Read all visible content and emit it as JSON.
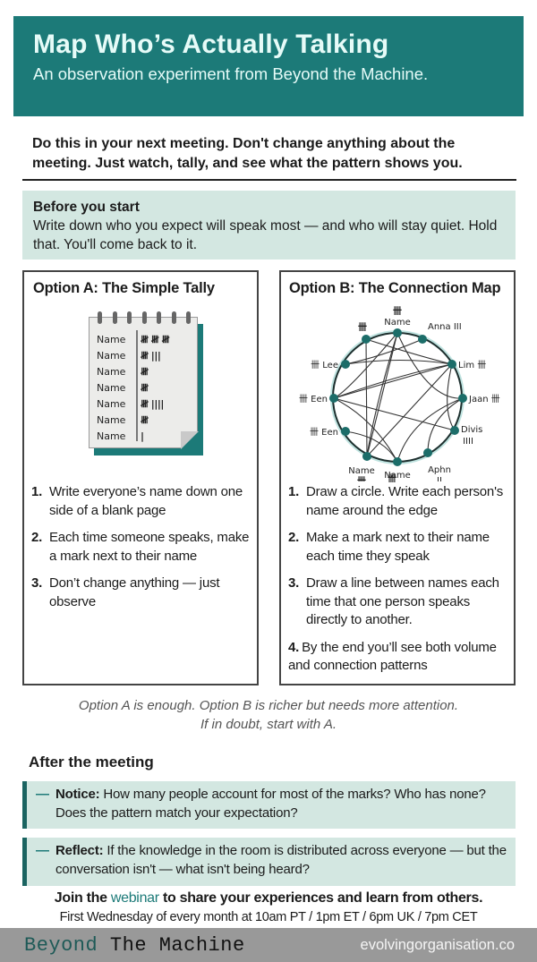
{
  "header": {
    "title": "Map Who’s Actually Talking",
    "subtitle": "An observation experiment from Beyond the Machine."
  },
  "intro": {
    "text": "Do this in your next meeting. Don't change anything about the meeting. Just watch, tally, and see what the pattern shows you."
  },
  "before_you_start": {
    "title": "Before you start",
    "body": "Write down who you expect will speak most — and who will stay quiet. Hold that. You'll come back to it."
  },
  "option_a": {
    "title": "Option A: The Simple Tally",
    "notepad": {
      "rows": [
        {
          "name": "Name",
          "tally": "𝍸 𝍸 𝍸"
        },
        {
          "name": "Name",
          "tally": "𝍸 |||"
        },
        {
          "name": "Name",
          "tally": "𝍸"
        },
        {
          "name": "Name",
          "tally": "𝍸"
        },
        {
          "name": "Name",
          "tally": "𝍸 ||||"
        },
        {
          "name": "Name",
          "tally": "𝍸"
        },
        {
          "name": "Name",
          "tally": "|"
        }
      ]
    },
    "steps": [
      {
        "num": "1.",
        "text": "Write everyone’s name down one side of a blank page"
      },
      {
        "num": "2.",
        "text": "Each time someone speaks, make a mark next to their name"
      },
      {
        "num": "3.",
        "text": "Don’t change anything — just observe"
      }
    ]
  },
  "option_b": {
    "title": "Option B: The Connection Map",
    "map_labels": {
      "top": "Name",
      "top_tally": "卌",
      "top_left_tally": "卌",
      "anna": "Anna III",
      "lee": "卌 Lee",
      "lim": "Lim 卌",
      "een1": "卌 Een",
      "jaan": "Jaan 卌",
      "een2": "卌 Een",
      "divis": "Divis",
      "divis_tally": "IIII",
      "bottom_left": "Name",
      "bottom_left_tally": "卌",
      "bottom": "Name",
      "bottom_tally": "卌",
      "aphn": "Aphn",
      "aphn_tally": "II"
    },
    "steps": [
      {
        "num": "1.",
        "text": "Draw a circle. Write each person's name around the edge"
      },
      {
        "num": "2.",
        "text": "Make a mark next to their name each time they speak"
      },
      {
        "num": "3.",
        "text": "Draw a line between names each time that one person speaks directly to another."
      },
      {
        "num": "4.",
        "text": "By the end you’ll see both volume and connection patterns"
      }
    ]
  },
  "note": {
    "line1": "Option A is enough. Option B is richer but needs more attention.",
    "line2": "If in doubt, start with A."
  },
  "after": {
    "title": "After the meeting",
    "notice_label": "Notice:",
    "notice_text": " How many people account for most of the marks? Who has none? Does the pattern match your expectation?",
    "reflect_label": "Reflect:",
    "reflect_text": " If the knowledge in the room is distributed across everyone — but the conversation isn't — what isn't being heard?",
    "dash": "—"
  },
  "webinar": {
    "prefix": "Join the ",
    "link": "webinar",
    "suffix": " to share your experiences and learn from others.",
    "schedule": "First Wednesday of every month at 10am PT / 1pm ET / 6pm UK / 7pm CET"
  },
  "footer": {
    "brand_part1": "Beyond",
    "brand_part2": " The Machine",
    "site": "evolvingorganisation.co"
  },
  "colors": {
    "teal": "#1c7a78",
    "mint": "#d3e7e1",
    "footer_gray": "#999999"
  }
}
